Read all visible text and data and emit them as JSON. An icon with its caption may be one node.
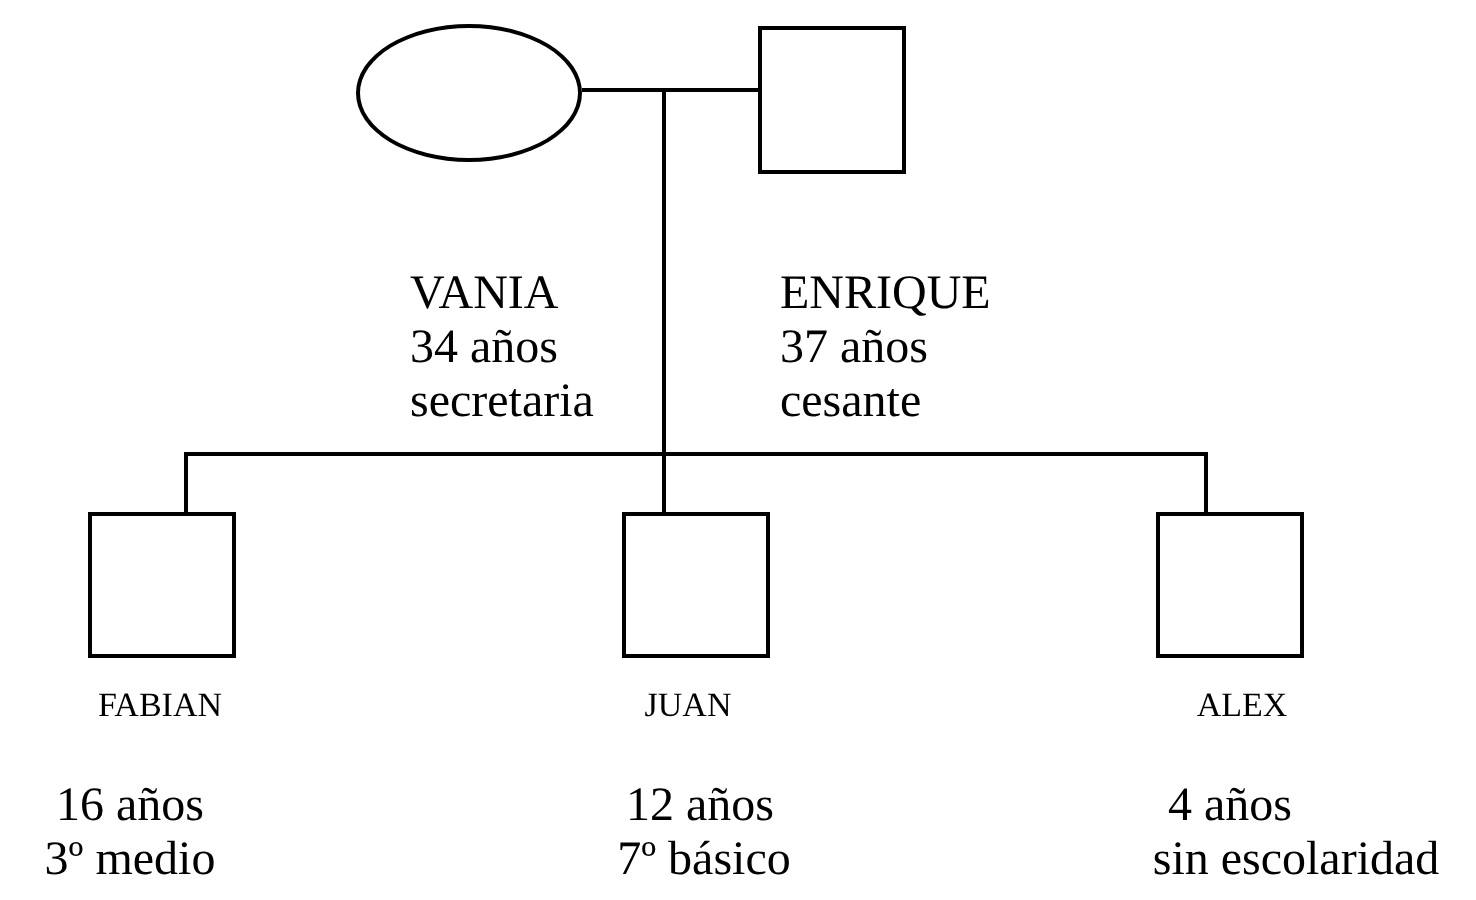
{
  "diagram": {
    "nodes": [
      {
        "text": [],
        "shape": "ellipse",
        "beside": [
          "VANIA",
          "34 años",
          "secretaria"
        ]
      },
      {
        "text": [],
        "shape": "box",
        "beside": [
          "ENRIQUE",
          "37 años",
          "cesante"
        ]
      },
      {
        "text": [],
        "shape": "box",
        "beside": [
          "FABIAN",
          "16 años",
          "3º medio"
        ]
      },
      {
        "text": [],
        "shape": "box",
        "beside": [
          "JUAN",
          "12 años",
          "7º básico"
        ]
      },
      {
        "text": [],
        "shape": "box",
        "beside": [
          "ALEX",
          "4 años",
          "sin escolaridad"
        ]
      }
    ],
    "edges": [
      {
        "from": 0,
        "to": 1,
        "arrow": "none"
      },
      {
        "from": 0,
        "to": 2,
        "arrow": "none"
      },
      {
        "from": 0,
        "to": 3,
        "arrow": "none"
      },
      {
        "from": 0,
        "to": 4,
        "arrow": "none"
      },
      {
        "from": 1,
        "to": 2,
        "arrow": "none"
      },
      {
        "from": 1,
        "to": 3,
        "arrow": "none"
      },
      {
        "from": 1,
        "to": 4,
        "arrow": "none"
      }
    ]
  }
}
